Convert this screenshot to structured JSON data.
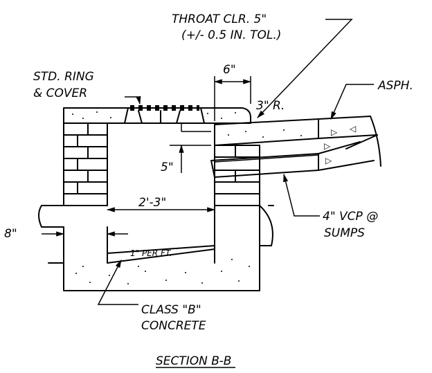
{
  "labels": {
    "throat_line1": "THROAT CLR. 5\"",
    "throat_line2": "(+/- 0.5 IN. TOL.)",
    "ring_line1": "STD. RING",
    "ring_line2": "& COVER",
    "six_in": "6\"",
    "three_in_r": "3\" R.",
    "asph": "ASPH.",
    "five_in": "5\"",
    "two_three": "2'-3\"",
    "eight_in": "8\"",
    "vcp_line1": "4\" VCP @",
    "vcp_line2": "SUMPS",
    "slope": "1\" PER FT.",
    "class_line1": "CLASS \"B\"",
    "class_line2": "CONCRETE"
  },
  "title": "SECTION B-B"
}
